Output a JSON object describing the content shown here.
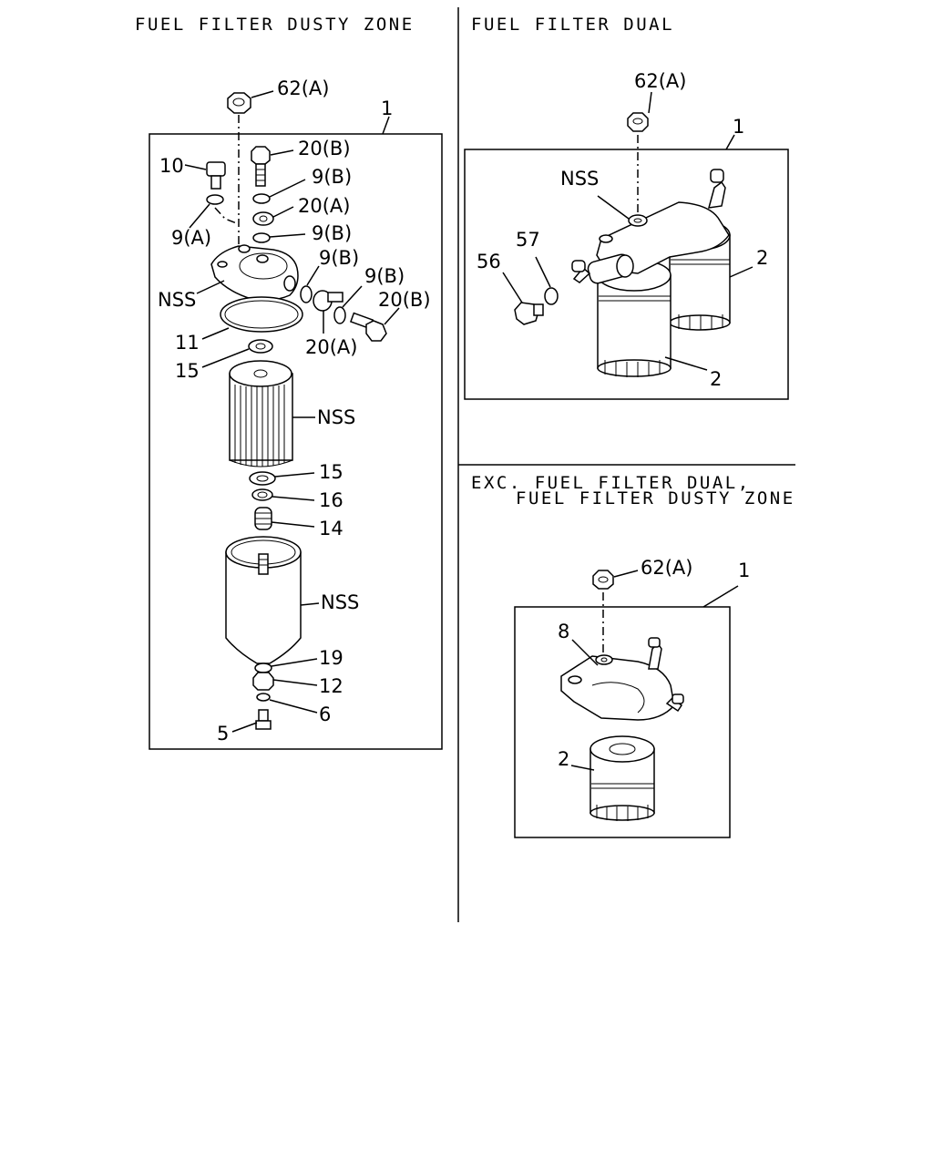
{
  "sections": {
    "dusty": {
      "title": "FUEL FILTER DUSTY ZONE",
      "labels": [
        "62(A)",
        "1",
        "20(B)",
        "10",
        "9(B)",
        "20(A)",
        "9(A)",
        "9(B)",
        "9(B)",
        "9(B)",
        "20(B)",
        "NSS",
        "11",
        "20(A)",
        "15",
        "NSS",
        "15",
        "16",
        "14",
        "NSS",
        "19",
        "12",
        "6",
        "5"
      ]
    },
    "dual": {
      "title": "FUEL FILTER DUAL",
      "labels": [
        "62(A)",
        "1",
        "NSS",
        "57",
        "56",
        "2",
        "2"
      ]
    },
    "exc": {
      "title_line1": "EXC. FUEL FILTER DUAL,",
      "title_line2": "FUEL FILTER DUSTY ZONE",
      "labels": [
        "62(A)",
        "1",
        "8",
        "2"
      ]
    }
  }
}
